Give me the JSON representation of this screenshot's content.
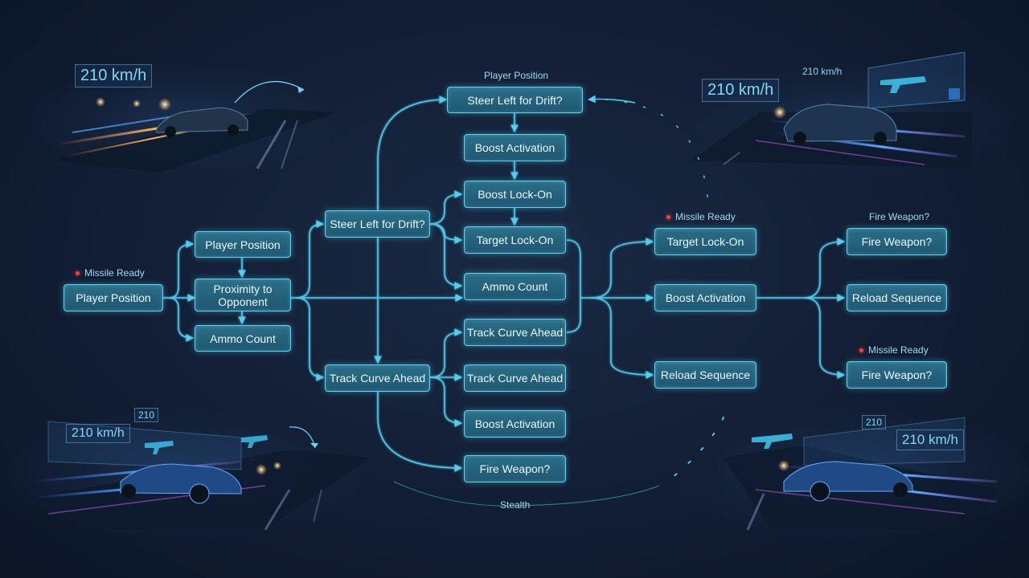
{
  "colors": {
    "node_fill": "#2c6f88",
    "node_border": "#5fd4ee",
    "connector": "#4fc8e8",
    "alert_dot": "#ff3b3b",
    "background": "#132037"
  },
  "nodes": {
    "n1": "Player Position",
    "n2": "Player Position",
    "n3": "Proximity to Opponent",
    "n4": "Ammo Count",
    "n5": "Steer Left for Drift?",
    "n6": "Track Curve Ahead",
    "n7": "Steer Left for Drift?",
    "n8": "Boost Activation",
    "n9": "Boost Lock-On",
    "n10": "Target Lock-On",
    "n11": "Ammo Count",
    "n12": "Track Curve Ahead",
    "n13": "Track Curve Ahead",
    "n14": "Boost Activation",
    "n15": "Fire Weapon?",
    "n16": "Target Lock-On",
    "n17": "Boost Activation",
    "n18": "Reload Sequence",
    "n19": "Fire Weapon?",
    "n20": "Reload Sequence",
    "n21": "Fire Weapon?"
  },
  "labels": {
    "top_center": "Player Position",
    "missile_left": "Missile Ready",
    "missile_mid": "Missile Ready",
    "fire_weapon_top": "Fire Weapon?",
    "missile_right": "Missile Ready",
    "bottom_center": "Stealth"
  },
  "hud": {
    "top_left_speed": "210 km/h",
    "top_right_speed": "210 km/h",
    "top_right_small": "210 km/h",
    "bottom_left_speed": "210 km/h",
    "bottom_left_small": "210",
    "bottom_right_speed": "210 km/h",
    "bottom_right_small": "210"
  },
  "icons": [
    "race-car-icon",
    "rifle-icon",
    "trajectory-arc-icon",
    "alert-dot-icon"
  ]
}
